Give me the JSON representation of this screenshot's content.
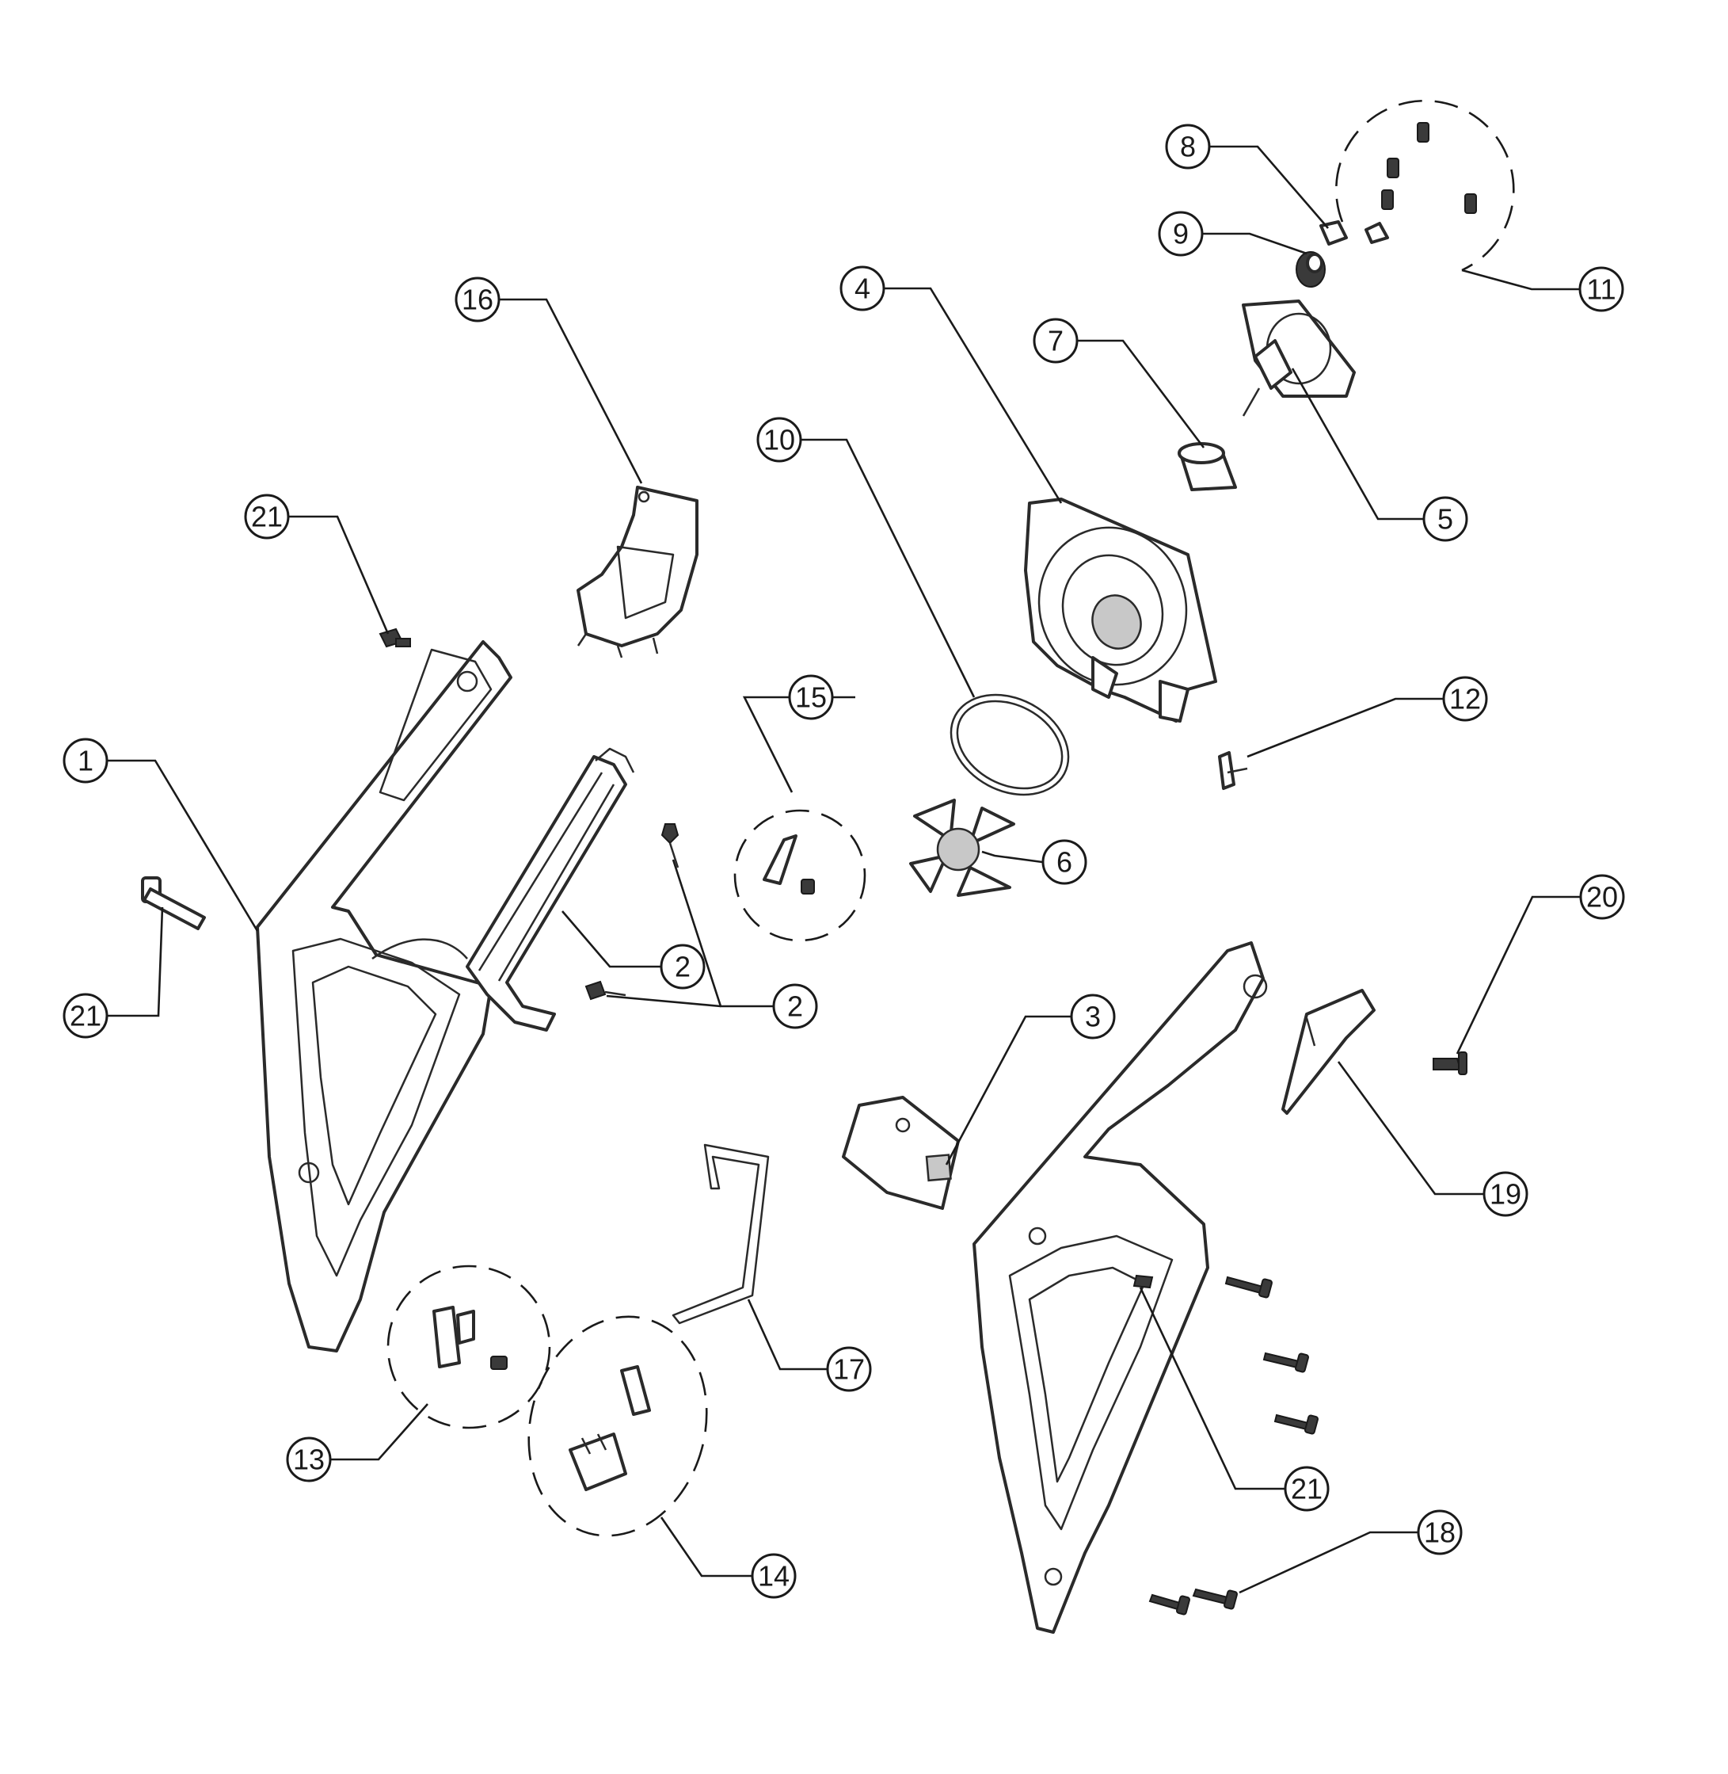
{
  "callouts": {
    "c1": "1",
    "c2a": "2",
    "c2b": "2",
    "c3": "3",
    "c4": "4",
    "c5": "5",
    "c6": "6",
    "c7": "7",
    "c8": "8",
    "c9": "9",
    "c10": "10",
    "c11": "11",
    "c12": "12",
    "c13": "13",
    "c14": "14",
    "c15": "15",
    "c16": "16",
    "c17": "17",
    "c18": "18",
    "c19": "19",
    "c20": "20",
    "c21a": "21",
    "c21b": "21",
    "c21c": "21"
  }
}
